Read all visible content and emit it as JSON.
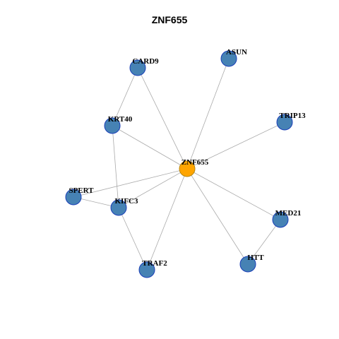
{
  "title": "ZNF655",
  "colors": {
    "center_fill": "#FFA500",
    "center_stroke": "#B8860B",
    "node_fill": "#4682B4",
    "node_stroke": "#1a3fb8",
    "edge": "#aaaaaa"
  },
  "nodes": [
    {
      "id": "ZNF655",
      "label": "ZNF655",
      "center": true
    },
    {
      "id": "CARD9",
      "label": "CARD9"
    },
    {
      "id": "ASUN",
      "label": "ASUN"
    },
    {
      "id": "KRT40",
      "label": "KRT40"
    },
    {
      "id": "TRIP13",
      "label": "TRIP13"
    },
    {
      "id": "SPERT",
      "label": "SPERT"
    },
    {
      "id": "KIFC3",
      "label": "KIFC3"
    },
    {
      "id": "MED21",
      "label": "MED21"
    },
    {
      "id": "TRAF2",
      "label": "TRAF2"
    },
    {
      "id": "HTT",
      "label": "HTT"
    }
  ],
  "edges": [
    [
      "ZNF655",
      "CARD9"
    ],
    [
      "ZNF655",
      "ASUN"
    ],
    [
      "ZNF655",
      "KRT40"
    ],
    [
      "ZNF655",
      "TRIP13"
    ],
    [
      "ZNF655",
      "SPERT"
    ],
    [
      "ZNF655",
      "KIFC3"
    ],
    [
      "ZNF655",
      "MED21"
    ],
    [
      "ZNF655",
      "TRAF2"
    ],
    [
      "ZNF655",
      "HTT"
    ],
    [
      "CARD9",
      "KRT40"
    ],
    [
      "KRT40",
      "KIFC3"
    ],
    [
      "SPERT",
      "KIFC3"
    ],
    [
      "KIFC3",
      "TRAF2"
    ],
    [
      "MED21",
      "HTT"
    ]
  ]
}
